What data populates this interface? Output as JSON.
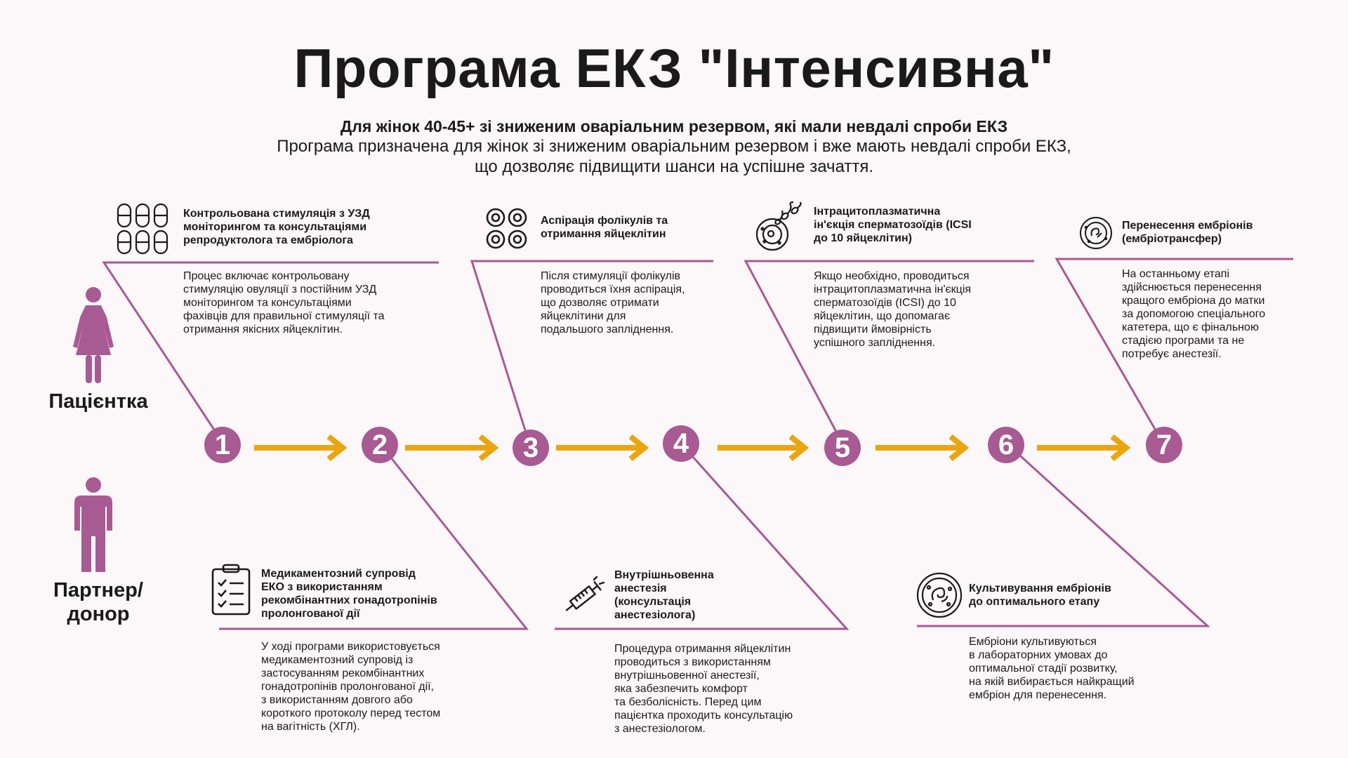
{
  "title": "Програма ЕКЗ \"Інтенсивна\"",
  "subtitle": "Для жінок 40-45+ зі зниженим оваріальним резервом, які мали невдалі спроби ЕКЗ",
  "description": "Програма призначена для жінок зі зниженим оваріальним резервом і вже мають невдалі спроби ЕКЗ,\nщо дозволяє підвищити шанси на успішне зачаття.",
  "patient_label": "Пацієнтка",
  "partner_label": "Партнер/\nдонор",
  "colors": {
    "accent": "#a85a92",
    "arrow": "#eaa50f",
    "background": "#fcf7f9",
    "text": "#1a1a1a"
  },
  "step_numbers": [
    "1",
    "2",
    "3",
    "4",
    "5",
    "6",
    "7"
  ],
  "steps": [
    {
      "icon": "pills-icon",
      "title": "Контрольована стимуляція з УЗД\nмоніторингом та консультаціями\nрепродуктолога та ембріолога",
      "text": "Процес включає контрольовану\nстимуляцію овуляції з постійним УЗД\nмоніторингом та консультаціями\nфахівців для правильної стимуляції та\nотримання якісних яйцеклітин."
    },
    {
      "icon": "follicles-icon",
      "title": "Аспірація фолікулів та\nотримання яйцеклітин",
      "text": "Після стимуляції фолікулів\nпроводиться їхня аспірація,\nщо дозволяє отримати\nяйцеклітини для\nподальшого запліднення."
    },
    {
      "icon": "sperm-injection-icon",
      "title": "Інтрацитоплазматична\nін'єкція сперматозоїдів (ICSI\nдо 10 яйцеклітин)",
      "text": "Якщо необхідно, проводиться\nінтрацитоплазматична ін'єкція\nсперматозоїдів (ICSI) до 10\nяйцеклітин, що допомагає\nпідвищити ймовірність\nуспішного запліднення."
    },
    {
      "icon": "embryo-icon",
      "title": "Перенесення ембріонів\n(ембріотрансфер)",
      "text": "На останньому етапі\nздійснюється перенесення\nкращого ембріона до матки\nза допомогою спеціального\nкатетера, що є фінальною\nстадією програми та не\nпотребує анестезії."
    },
    {
      "icon": "checklist-icon",
      "title": "Медикаментозний супровід\nЕКО з використанням\nрекомбінантних гонадотропінів\nпролонгованої дії",
      "text": "У ході програми використовується\nмедикаментозний супровід із\nзастосуванням рекомбінантних\nгонадотропінів пролонгованої дії,\nз використанням довгого або\nкороткого протоколу перед тестом\nна вагітність (ХГЛ)."
    },
    {
      "icon": "syringe-icon",
      "title": "Внутрішньовенна\nанестезія\n(консультація\nанестезіолога)",
      "text": "Процедура отримання яйцеклітин\nпроводиться з використанням\nвнутрішньовенної анестезії,\nяка забезпечить комфорт\nта безболісність. Перед цим\nпацієнтка проходить консультацію\nз анестезіологом."
    },
    {
      "icon": "culture-dish-icon",
      "title": "Культивування ембріонів\nдо оптимального етапу",
      "text": "Ембріони культивуються\nв лабораторних умовах до\nоптимальної стадії розвитку,\nна якій вибирається найкращий\nембріон для перенесення."
    }
  ]
}
